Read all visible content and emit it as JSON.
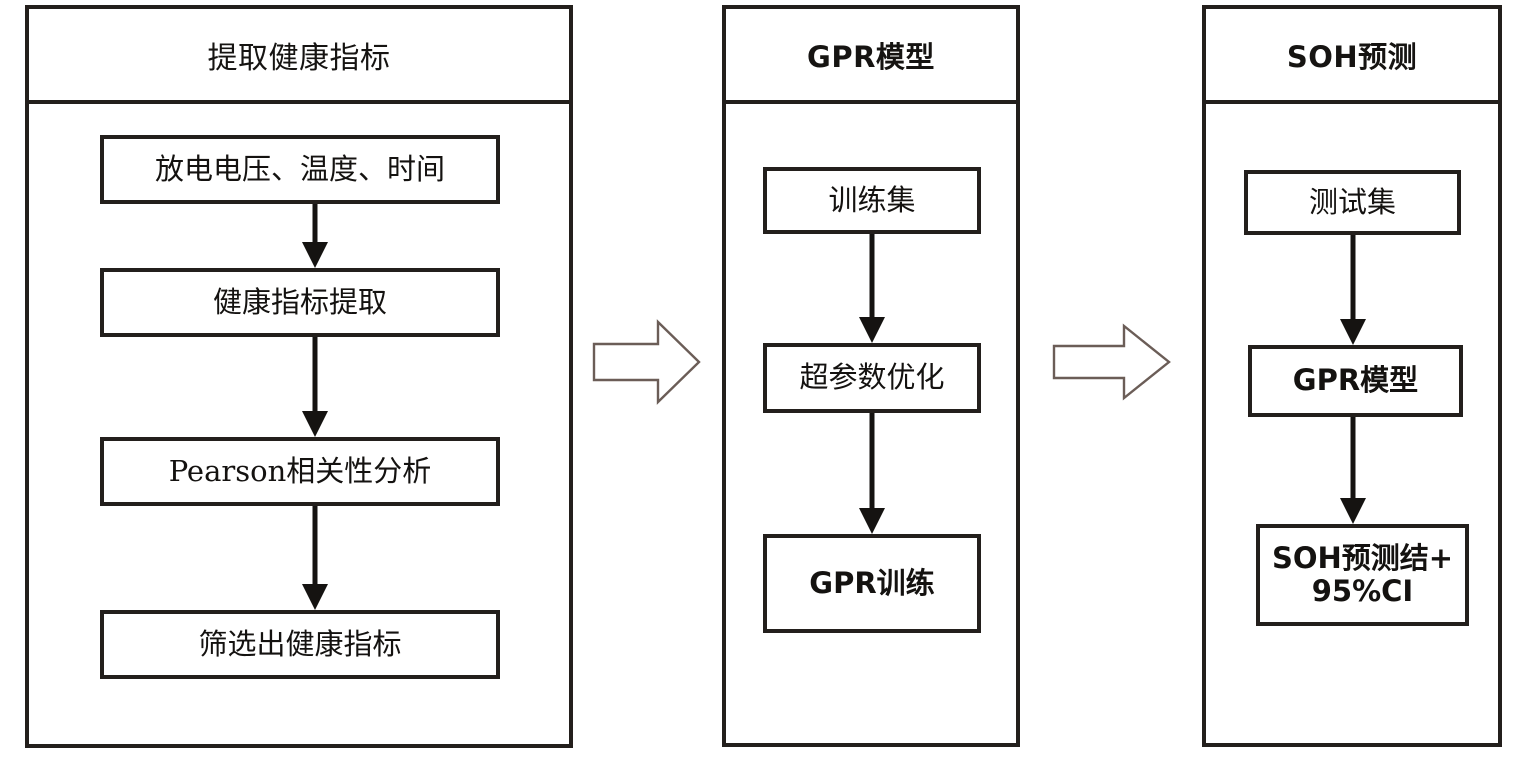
{
  "diagram": {
    "type": "flowchart",
    "title_present": false,
    "orientation": "left-to-right, three stages",
    "background_color": "#ffffff",
    "box_border_color": "#231f1c",
    "arrow_color": "#151311",
    "block_arrow_stroke_color": "#6b5d57",
    "stages": [
      {
        "id": "stage-extract",
        "header": "提取健康指标",
        "steps": [
          "放电电压、温度、时间",
          "健康指标提取",
          "Pearson相关性分析",
          "筛选出健康指标"
        ]
      },
      {
        "id": "stage-gpr-model",
        "header": "GPR模型",
        "steps": [
          "训练集",
          "超参数优化",
          "GPR训练"
        ]
      },
      {
        "id": "stage-soh-prediction",
        "header": "SOH预测",
        "steps": [
          "测试集",
          "GPR模型",
          "SOH预测结+\n95%CI"
        ]
      }
    ],
    "connectors": {
      "between_stage_1_and_2": "block-arrow-right",
      "between_stage_2_and_3": "block-arrow-right",
      "within_stage": "down-arrow"
    }
  }
}
